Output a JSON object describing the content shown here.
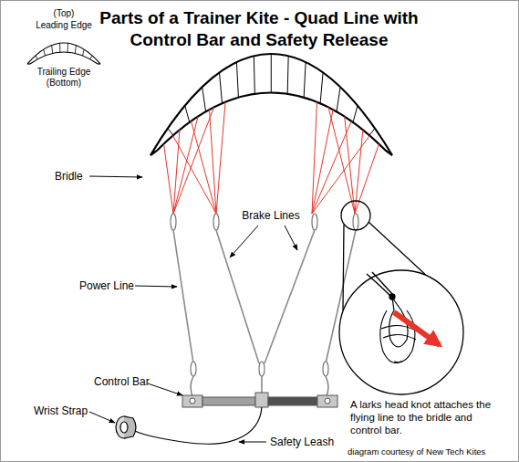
{
  "diagram": {
    "title": "Parts of a Trainer Kite - Quad Line with Control Bar and Safety Release",
    "labels": [
      "(Top)",
      "Leading Edge",
      "Trailing Edge",
      "(Bottom)",
      "Bridle",
      "Brake Lines",
      "Power Line",
      "Control Bar",
      "Wrist Strap",
      "Safety Leash",
      "A larks head knot attaches the flying line to the bridle and control bar.",
      "diagram courtesy of New Tech Kites"
    ]
  }
}
